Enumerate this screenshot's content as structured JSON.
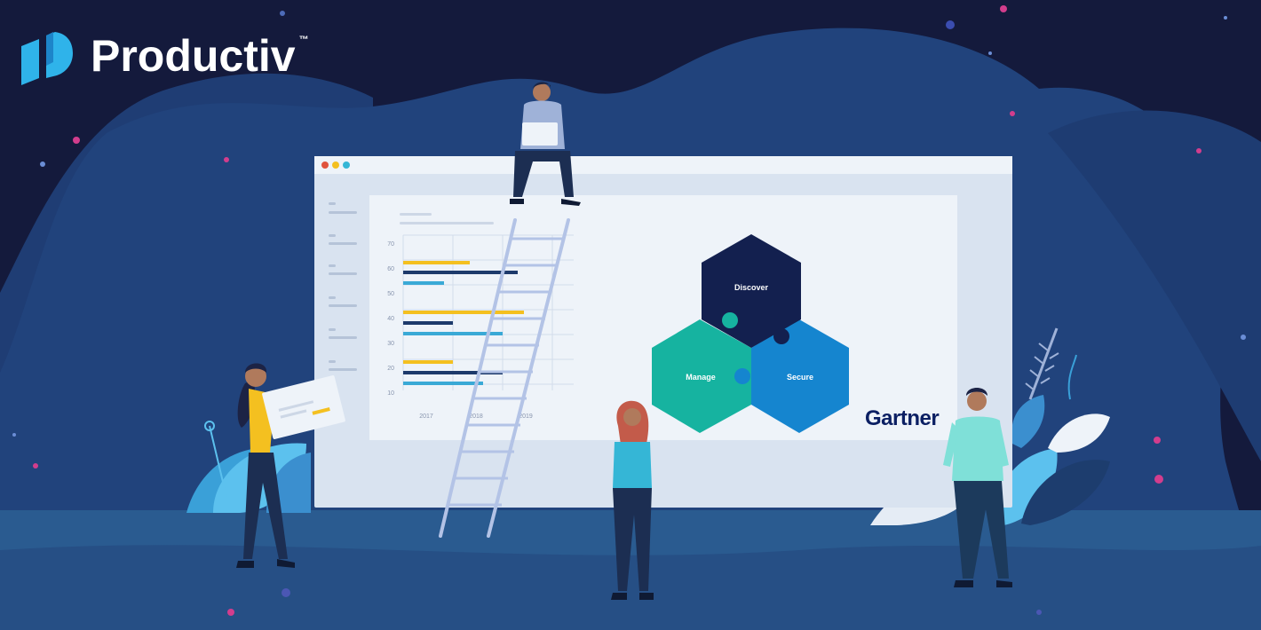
{
  "brand": {
    "name": "Productiv",
    "trademark": "™"
  },
  "chart": {
    "y_ticks": [
      "70",
      "60",
      "50",
      "40",
      "30",
      "20",
      "10"
    ],
    "x_ticks": [
      "2017",
      "2018",
      "2019"
    ]
  },
  "puzzle": {
    "discover": "Discover",
    "manage": "Manage",
    "secure": "Secure",
    "colors": {
      "discover": "#13204f",
      "manage": "#16b3a0",
      "secure": "#1585cf"
    }
  },
  "partner": {
    "name": "Gartner"
  },
  "colors": {
    "background": "#141a3c",
    "blob": "#20427a",
    "floor": "#2a5c92",
    "window": "#d9e3f0",
    "bar_yellow": "#f4c020",
    "bar_navy": "#1d3a6b",
    "bar_cyan": "#3aa9d6"
  }
}
